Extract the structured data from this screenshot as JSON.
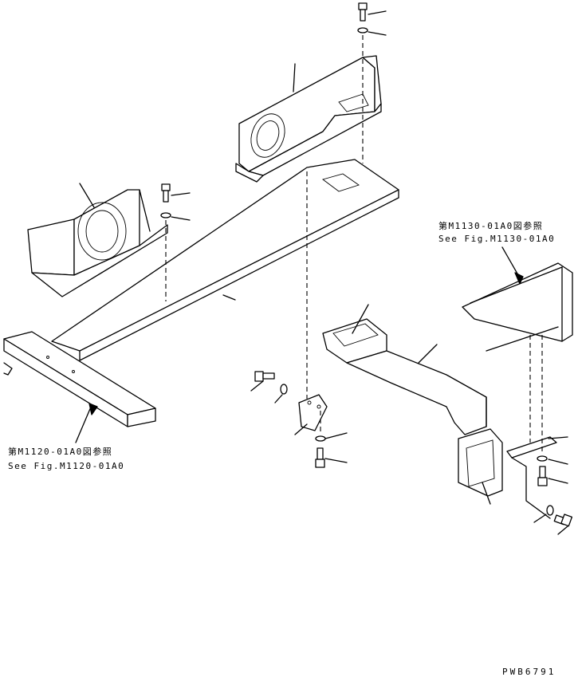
{
  "references": [
    {
      "jp": "第M1130-01A0図参照",
      "en": "See Fig.M1130-01A0"
    },
    {
      "jp": "第M1120-01A0図参照",
      "en": "See Fig.M1120-01A0"
    }
  ],
  "drawing_code": "PWB6791"
}
